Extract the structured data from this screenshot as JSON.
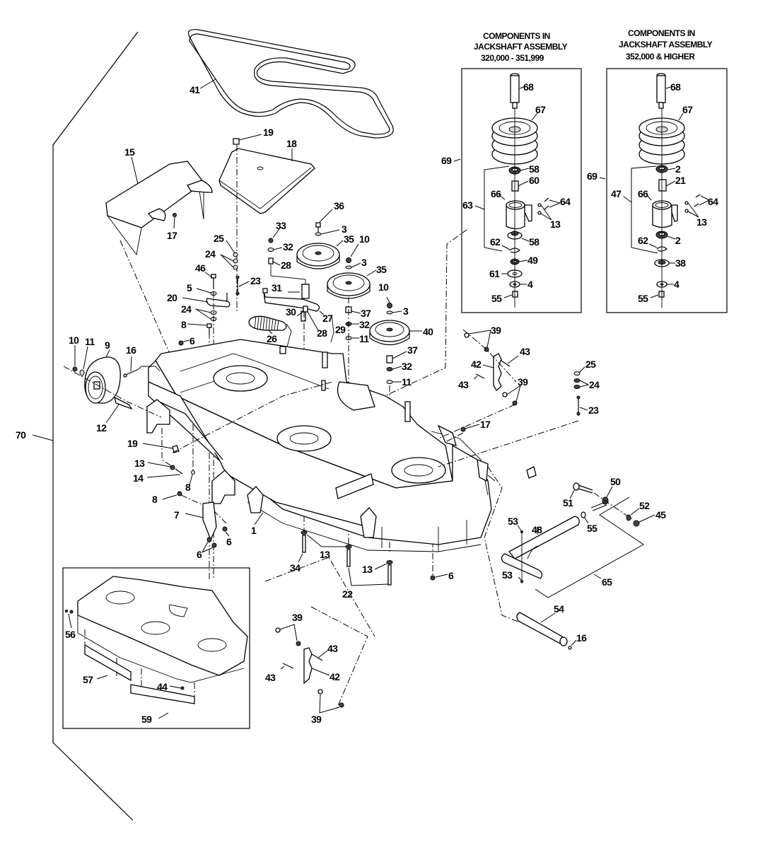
{
  "diagram": {
    "type": "exploded parts diagram",
    "subject": "mower deck assembly",
    "insets": [
      {
        "id": "jackshaft-a",
        "title_lines": [
          "COMPONENTS IN",
          "JACKSHAFT ASSEMBLY",
          "320,000 - 351,999"
        ],
        "callouts": [
          "68",
          "67",
          "69",
          "58",
          "60",
          "66",
          "64",
          "63",
          "13",
          "62",
          "58",
          "49",
          "61",
          "4",
          "55"
        ]
      },
      {
        "id": "jackshaft-b",
        "title_lines": [
          "COMPONENTS IN",
          "JACKSHAFT ASSEMBLY",
          "352,000 & HIGHER"
        ],
        "callouts": [
          "68",
          "67",
          "69",
          "2",
          "21",
          "47",
          "66",
          "64",
          "13",
          "62",
          "2",
          "38",
          "4",
          "55"
        ]
      },
      {
        "id": "deck-baffles",
        "callouts": [
          "56",
          "57",
          "44",
          "59"
        ]
      }
    ],
    "callouts": {
      "c41": "41",
      "c19a": "19",
      "c18": "18",
      "c15": "15",
      "c17a": "17",
      "c36": "36",
      "c33": "33",
      "c3a": "3",
      "c25a": "25",
      "c32a": "32",
      "c35a": "35",
      "c10a": "10",
      "c3b": "3",
      "c24a": "24",
      "c28a": "28",
      "c35b": "35",
      "c46": "46",
      "c23a": "23",
      "c5": "5",
      "c31": "31",
      "c10b": "10",
      "c20": "20",
      "c3c": "3",
      "c24b": "24",
      "c27": "27",
      "c30": "30",
      "c37a": "37",
      "c8a": "8",
      "c28b": "28",
      "c29": "29",
      "c32b": "32",
      "c40": "40",
      "c26": "26",
      "c6a": "6",
      "c11a": "11",
      "c37b": "37",
      "c10c": "10",
      "c11b": "11",
      "c9": "9",
      "c16a": "16",
      "c32c": "32",
      "c11c": "11",
      "c12": "12",
      "c39a": "39",
      "c43a": "43",
      "c42a": "42",
      "c43b": "43",
      "c39b": "39",
      "c25b": "25",
      "c24c": "24",
      "c23b": "23",
      "c17b": "17",
      "c70": "70",
      "c19b": "19",
      "c13a": "13",
      "c14": "14",
      "c8b": "8",
      "c8c": "8",
      "c7": "7",
      "c6b": "6",
      "c6c": "6",
      "c1": "1",
      "c34": "34",
      "c13b": "13",
      "c13c": "13",
      "c22": "22",
      "c6d": "6",
      "c51": "51",
      "c50": "50",
      "c52": "52",
      "c45": "45",
      "c53a": "53",
      "c48": "48",
      "c55": "55",
      "c53b": "53",
      "c65": "65",
      "c54": "54",
      "c16b": "16",
      "c39c": "39",
      "c43c": "43",
      "c42b": "42",
      "c43d": "43",
      "c39d": "39",
      "c56": "56",
      "c57": "57",
      "c44": "44",
      "c59": "59",
      "j1_68": "68",
      "j1_67": "67",
      "j1_69": "69",
      "j1_58a": "58",
      "j1_60": "60",
      "j1_66": "66",
      "j1_64": "64",
      "j1_63": "63",
      "j1_13": "13",
      "j1_62": "62",
      "j1_58b": "58",
      "j1_49": "49",
      "j1_61": "61",
      "j1_4": "4",
      "j1_55": "55",
      "j2_68": "68",
      "j2_67": "67",
      "j2_69": "69",
      "j2_2a": "2",
      "j2_21": "21",
      "j2_47": "47",
      "j2_66": "66",
      "j2_64": "64",
      "j2_13": "13",
      "j2_62": "62",
      "j2_2b": "2",
      "j2_38": "38",
      "j2_4": "4",
      "j2_55": "55"
    }
  }
}
